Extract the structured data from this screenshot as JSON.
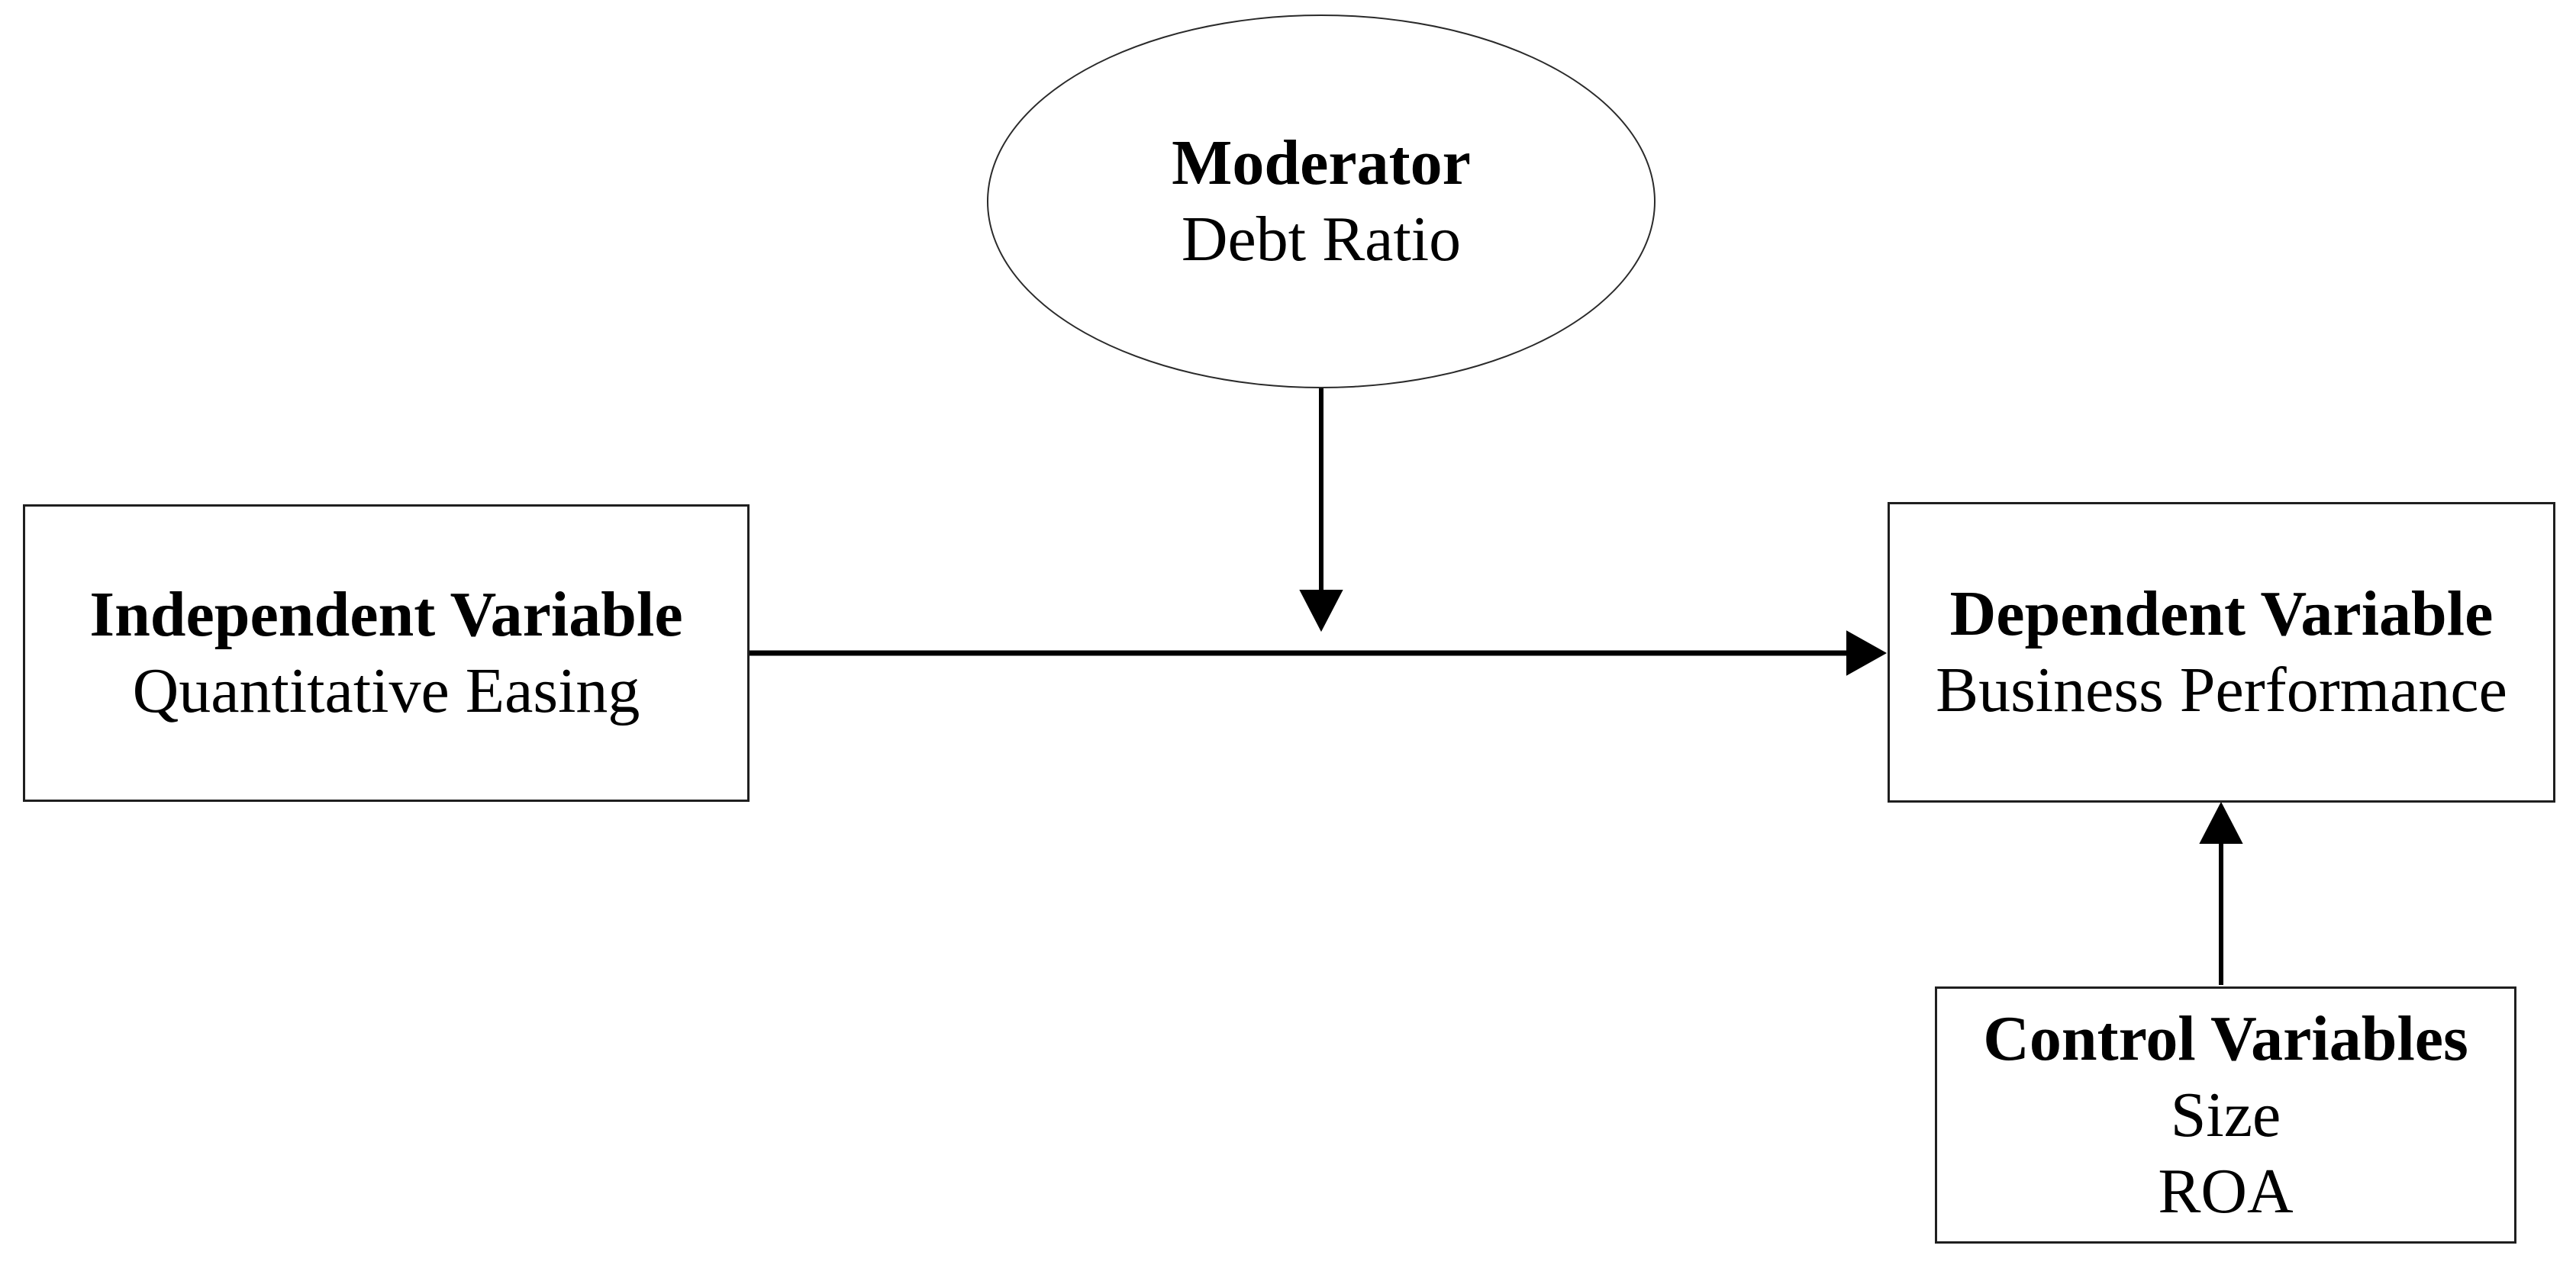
{
  "nodes": {
    "moderator": {
      "shape": "ellipse",
      "title": "Moderator",
      "subtitle": "Debt Ratio"
    },
    "independent_variable": {
      "shape": "rectangle",
      "title": "Independent Variable",
      "subtitle": "Quantitative Easing"
    },
    "dependent_variable": {
      "shape": "rectangle",
      "title": "Dependent Variable",
      "subtitle": "Business Performance"
    },
    "control_variables": {
      "shape": "rectangle",
      "title": "Control Variables",
      "items": [
        "Size",
        "ROA"
      ]
    }
  },
  "relationships": [
    {
      "from": "independent_variable",
      "to": "dependent_variable",
      "type": "direct-effect-arrow"
    },
    {
      "from": "moderator",
      "to": "iv-dv-path",
      "type": "moderation-arrow"
    },
    {
      "from": "control_variables",
      "to": "dependent_variable",
      "type": "control-arrow"
    }
  ],
  "colors": {
    "background": "#ffffff",
    "text": "#000000",
    "box_border": "#1f1f1f",
    "ellipse_border": "#2a2a2a",
    "arrow": "#000000"
  }
}
